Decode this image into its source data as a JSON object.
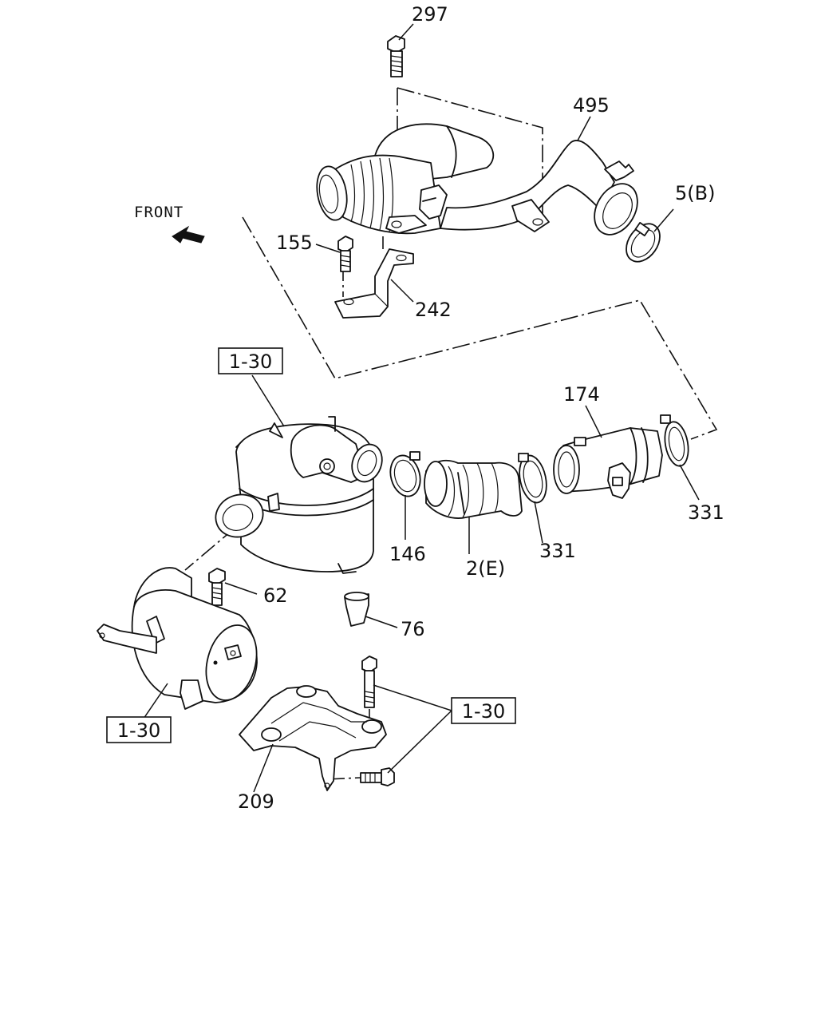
{
  "diagram": {
    "front_label": "FRONT",
    "callouts": [
      {
        "id": "297",
        "text": "297"
      },
      {
        "id": "495",
        "text": "495"
      },
      {
        "id": "5b",
        "text": "5(B)"
      },
      {
        "id": "155",
        "text": "155"
      },
      {
        "id": "242",
        "text": "242"
      },
      {
        "id": "174",
        "text": "174"
      },
      {
        "id": "331a",
        "text": "331"
      },
      {
        "id": "331b",
        "text": "331"
      },
      {
        "id": "146",
        "text": "146"
      },
      {
        "id": "2e",
        "text": "2(E)"
      },
      {
        "id": "62",
        "text": "62"
      },
      {
        "id": "76",
        "text": "76"
      },
      {
        "id": "209",
        "text": "209"
      }
    ],
    "references": [
      {
        "id": "ref-top",
        "text": "1-30"
      },
      {
        "id": "ref-left",
        "text": "1-30"
      },
      {
        "id": "ref-right",
        "text": "1-30"
      }
    ]
  }
}
